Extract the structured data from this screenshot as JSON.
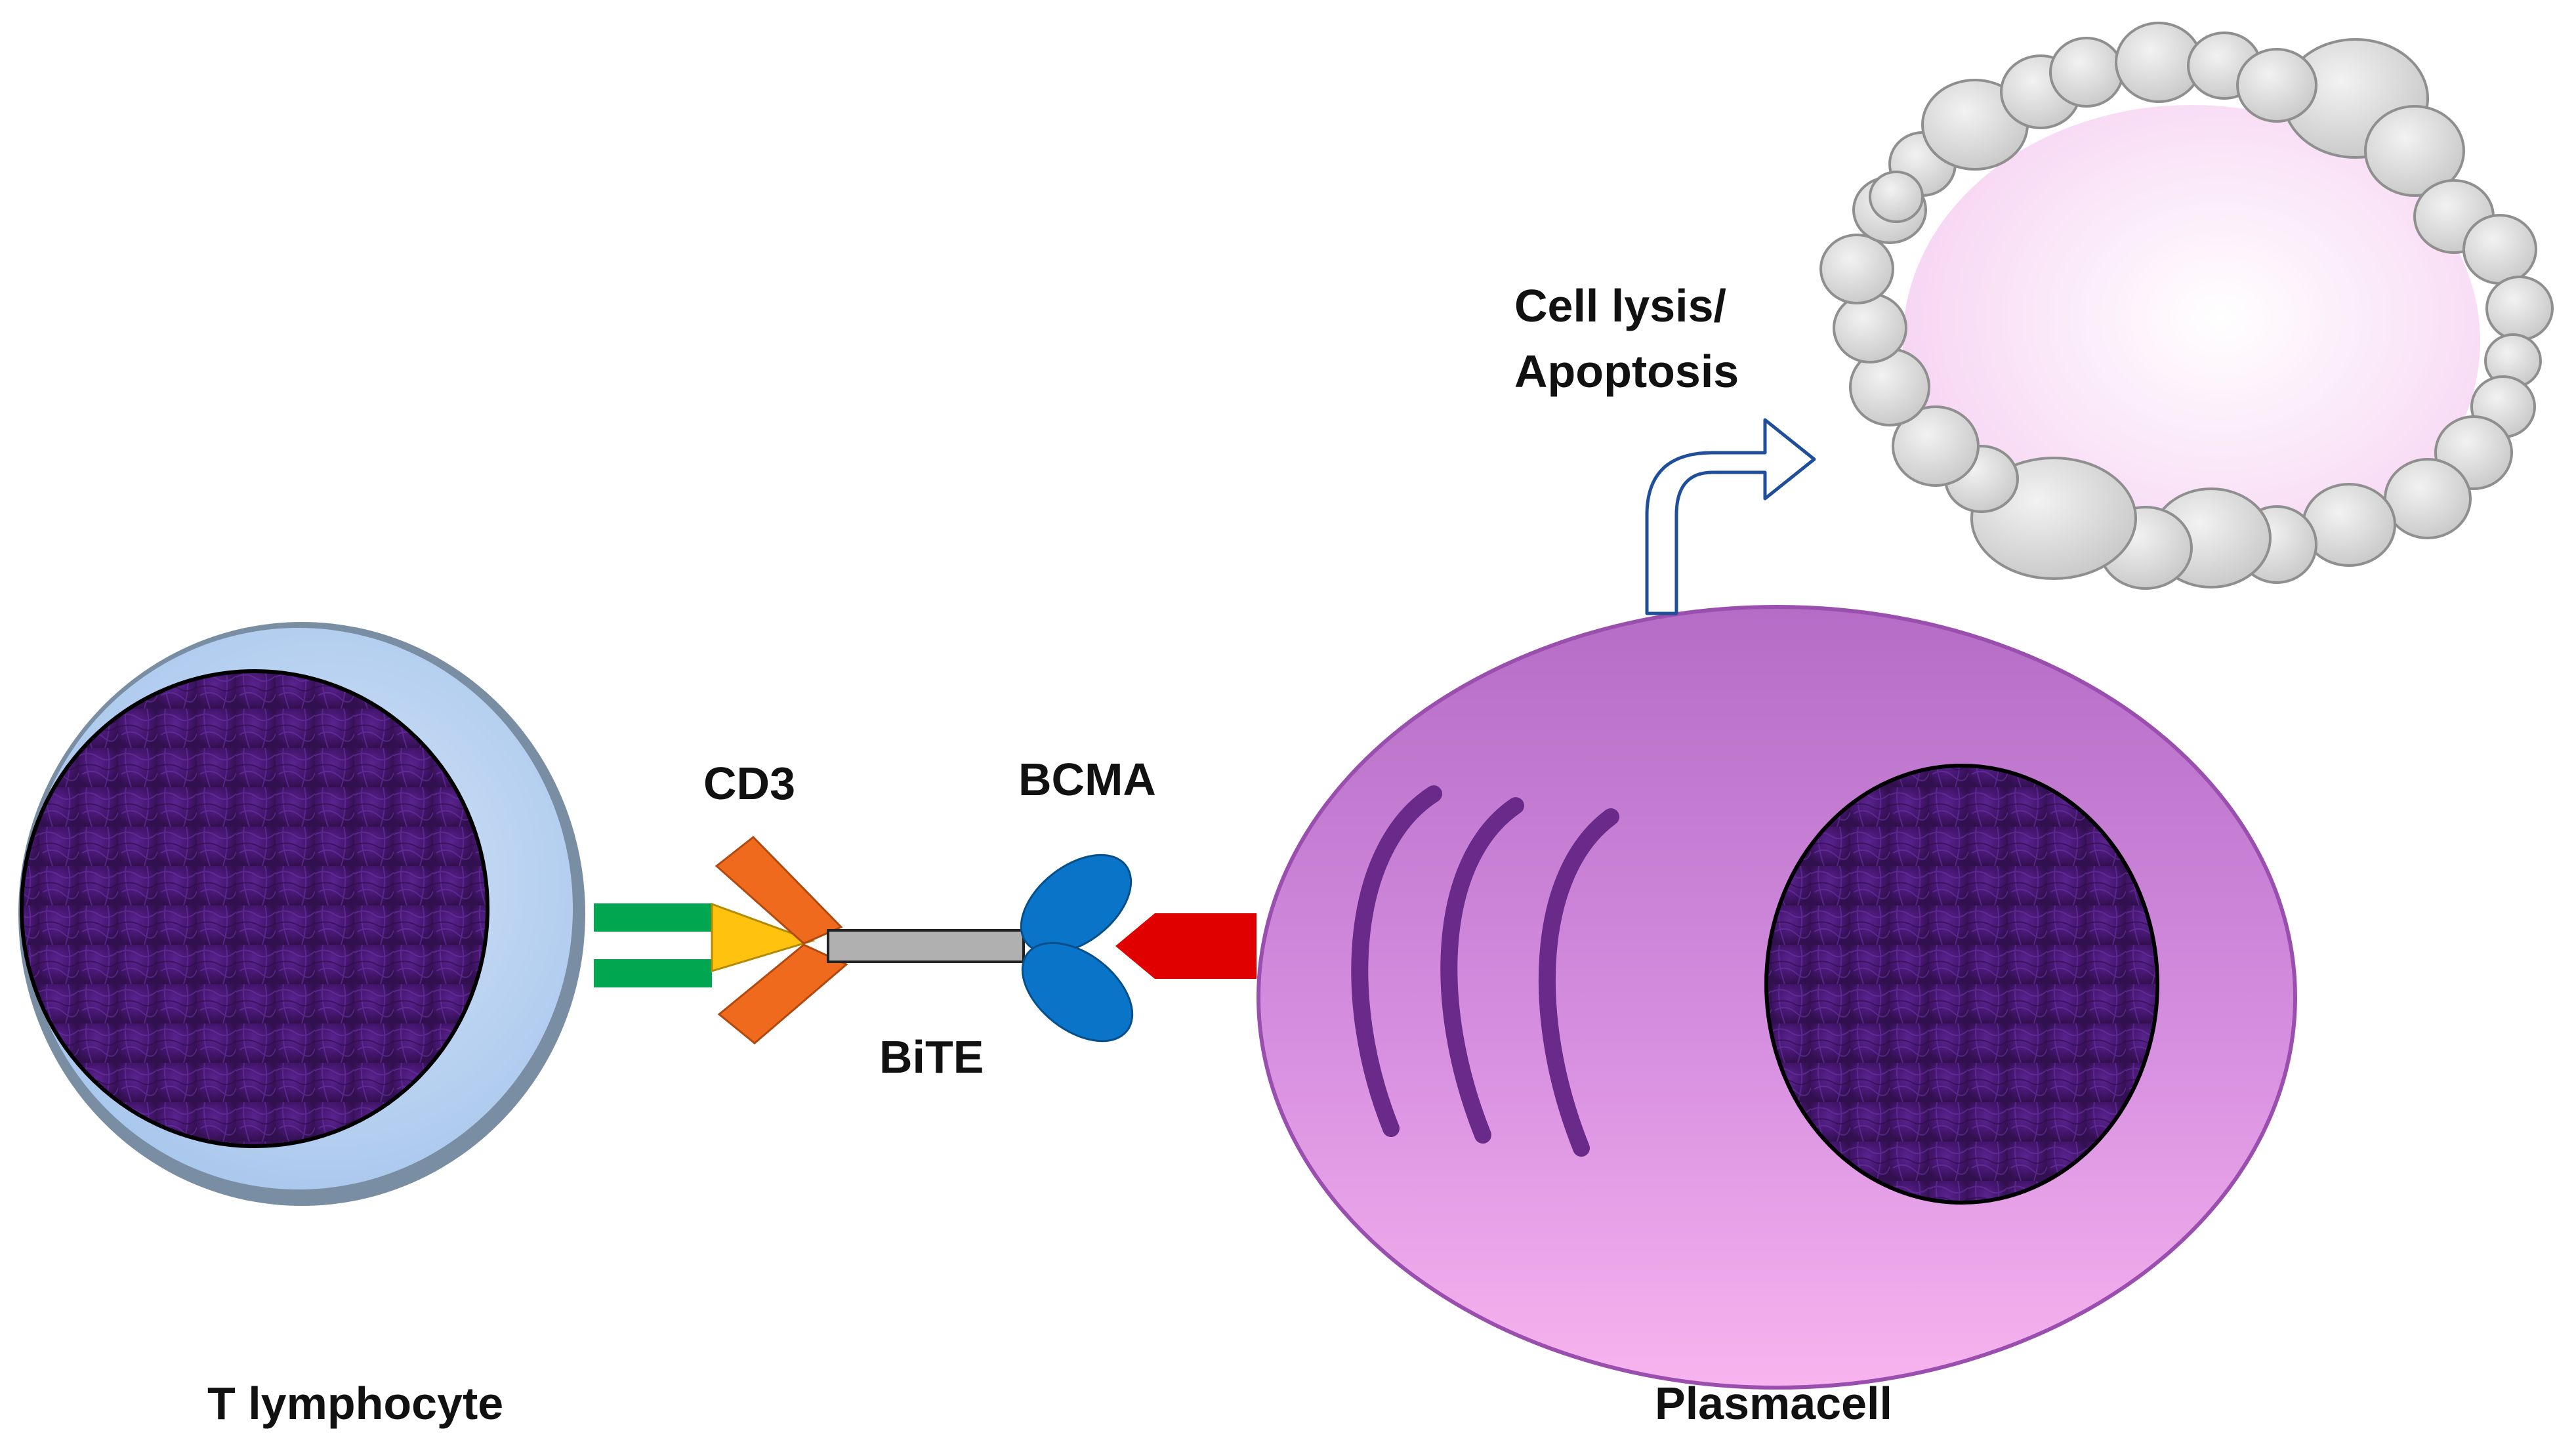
{
  "labels": {
    "t_lymphocyte": "T lymphocyte",
    "plasmacell": "Plasmacell",
    "cd3": "CD3",
    "bcma": "BCMA",
    "bite": "BiTE",
    "lysis_line1": "Cell lysis/",
    "lysis_line2": "Apoptosis"
  },
  "colors": {
    "t_cell_cytoplasm": "#b9d4f2",
    "t_cell_rim": "#7a8ea3",
    "nucleus": "#4a1a78",
    "plasma_cell": "#d88ee0",
    "plasma_cell_dark": "#a95bbd",
    "tcr_green": "#00a650",
    "cd3_orange": "#f06a1e",
    "cd3_yellow": "#ffc20e",
    "bite_linker": "#b0b0b0",
    "bcma_blue": "#0a74c8",
    "red_receptor": "#e00000",
    "lysed_bleb": "#e3e3e3",
    "lysed_inner": "#fbe6f8",
    "arrow_outline": "#1f4e9a"
  }
}
